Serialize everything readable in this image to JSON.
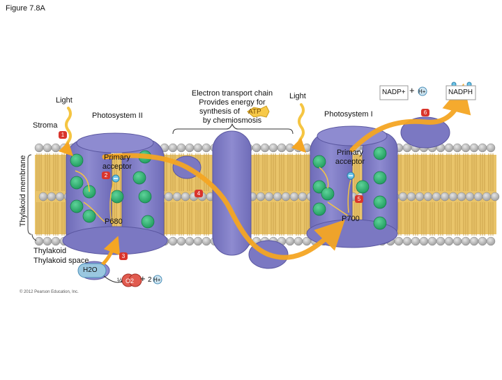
{
  "figure_title": "Figure 7.8A",
  "labels": {
    "light_left": "Light",
    "light_right": "Light",
    "photosystem_2": "Photosystem II",
    "photosystem_1": "Photosystem I",
    "stroma": "Stroma",
    "membrane": "Thylakoid membrane",
    "thylakoid_space": "Thylakoid space",
    "etc_line1": "Electron transport chain",
    "etc_line2": "Provides energy for",
    "etc_line3_pre": "synthesis of",
    "etc_line3_atp": "ATP",
    "etc_line4": "by chemiosmosis",
    "primary_acceptor_left_1": "Primary",
    "primary_acceptor_left_2": "acceptor",
    "primary_acceptor_right_1": "Primary",
    "primary_acceptor_right_2": "acceptor",
    "p680": "P680",
    "p700": "P700",
    "h2o": "H2O",
    "half": "½",
    "o2": "O2",
    "two": "2",
    "h_plus": "H+",
    "plus": "+",
    "nadp": "NADP+",
    "nadph": "NADPH",
    "copyright": "© 2012 Pearson Education, Inc."
  },
  "steps": [
    "1",
    "2",
    "3",
    "4",
    "5",
    "6"
  ],
  "colors": {
    "protein": "#7b78c2",
    "lipid_head": "#b5b5b5",
    "lipid_tail": "#e9c46a",
    "arrow": "#f5a623",
    "chlorophyll": "#2bb673",
    "badge": "#d9342b",
    "electron": "#6cc4e8"
  }
}
